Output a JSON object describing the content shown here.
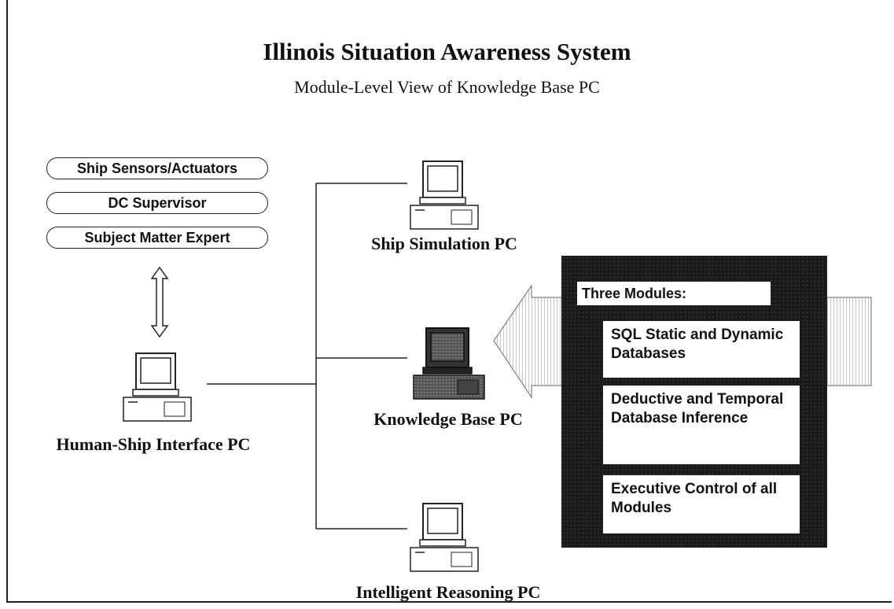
{
  "title": "Illinois Situation Awareness System",
  "subtitle": "Module-Level View of Knowledge Base PC",
  "external_entities": [
    "Ship Sensors/Actuators",
    "DC Supervisor",
    "Subject Matter Expert"
  ],
  "computers": {
    "human_ship_interface": "Human-Ship Interface PC",
    "ship_simulation": "Ship Simulation PC",
    "knowledge_base": "Knowledge Base PC",
    "intelligent_reasoning": "Intelligent Reasoning PC"
  },
  "modules_panel": {
    "heading": "Three Modules:",
    "modules": [
      "SQL Static and Dynamic Databases",
      "Deductive and Temporal Database Inference",
      "Executive Control of all Modules"
    ]
  },
  "icons": [
    "computer-icon",
    "double-arrow-icon",
    "large-arrow-icon"
  ]
}
